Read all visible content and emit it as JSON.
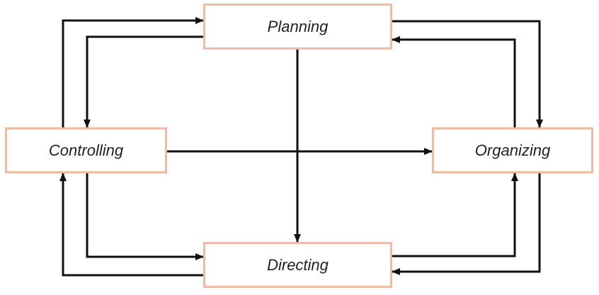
{
  "nodes": {
    "planning": "Planning",
    "controlling": "Controlling",
    "organizing": "Organizing",
    "directing": "Directing"
  },
  "colors": {
    "box_border": "#eebba5",
    "arrow": "#111111",
    "text": "#222222"
  }
}
